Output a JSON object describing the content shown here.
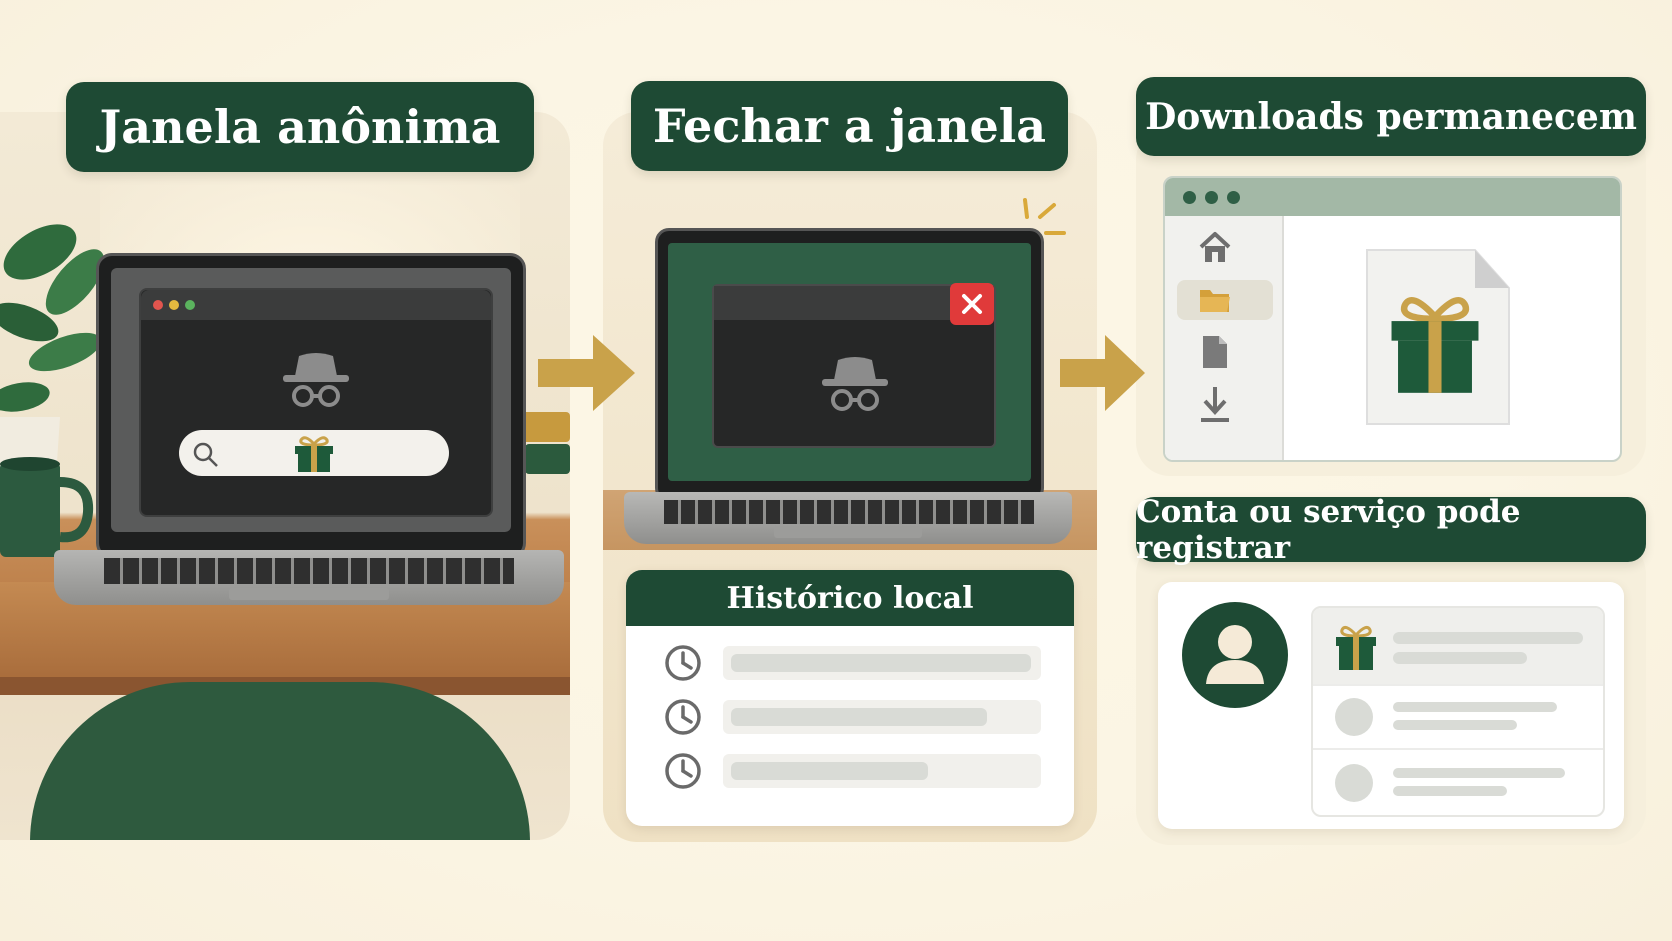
{
  "steps": [
    {
      "title": "Janela anônima"
    },
    {
      "title": "Fechar a janela"
    },
    {
      "title": "Downloads permanecem"
    }
  ],
  "history_card": {
    "title": "Histórico local",
    "rows": 3
  },
  "account_card": {
    "title": "Conta ou serviço pode registrar"
  },
  "colors": {
    "dark_green": "#1e4a34",
    "gold": "#c9a24a",
    "close_red": "#e03a3a",
    "background": "#fbf5e4"
  },
  "icons": [
    "incognito-icon",
    "search-icon",
    "gift-icon",
    "close-icon",
    "home-icon",
    "folder-icon",
    "file-icon",
    "download-icon",
    "clock-icon",
    "user-icon"
  ]
}
